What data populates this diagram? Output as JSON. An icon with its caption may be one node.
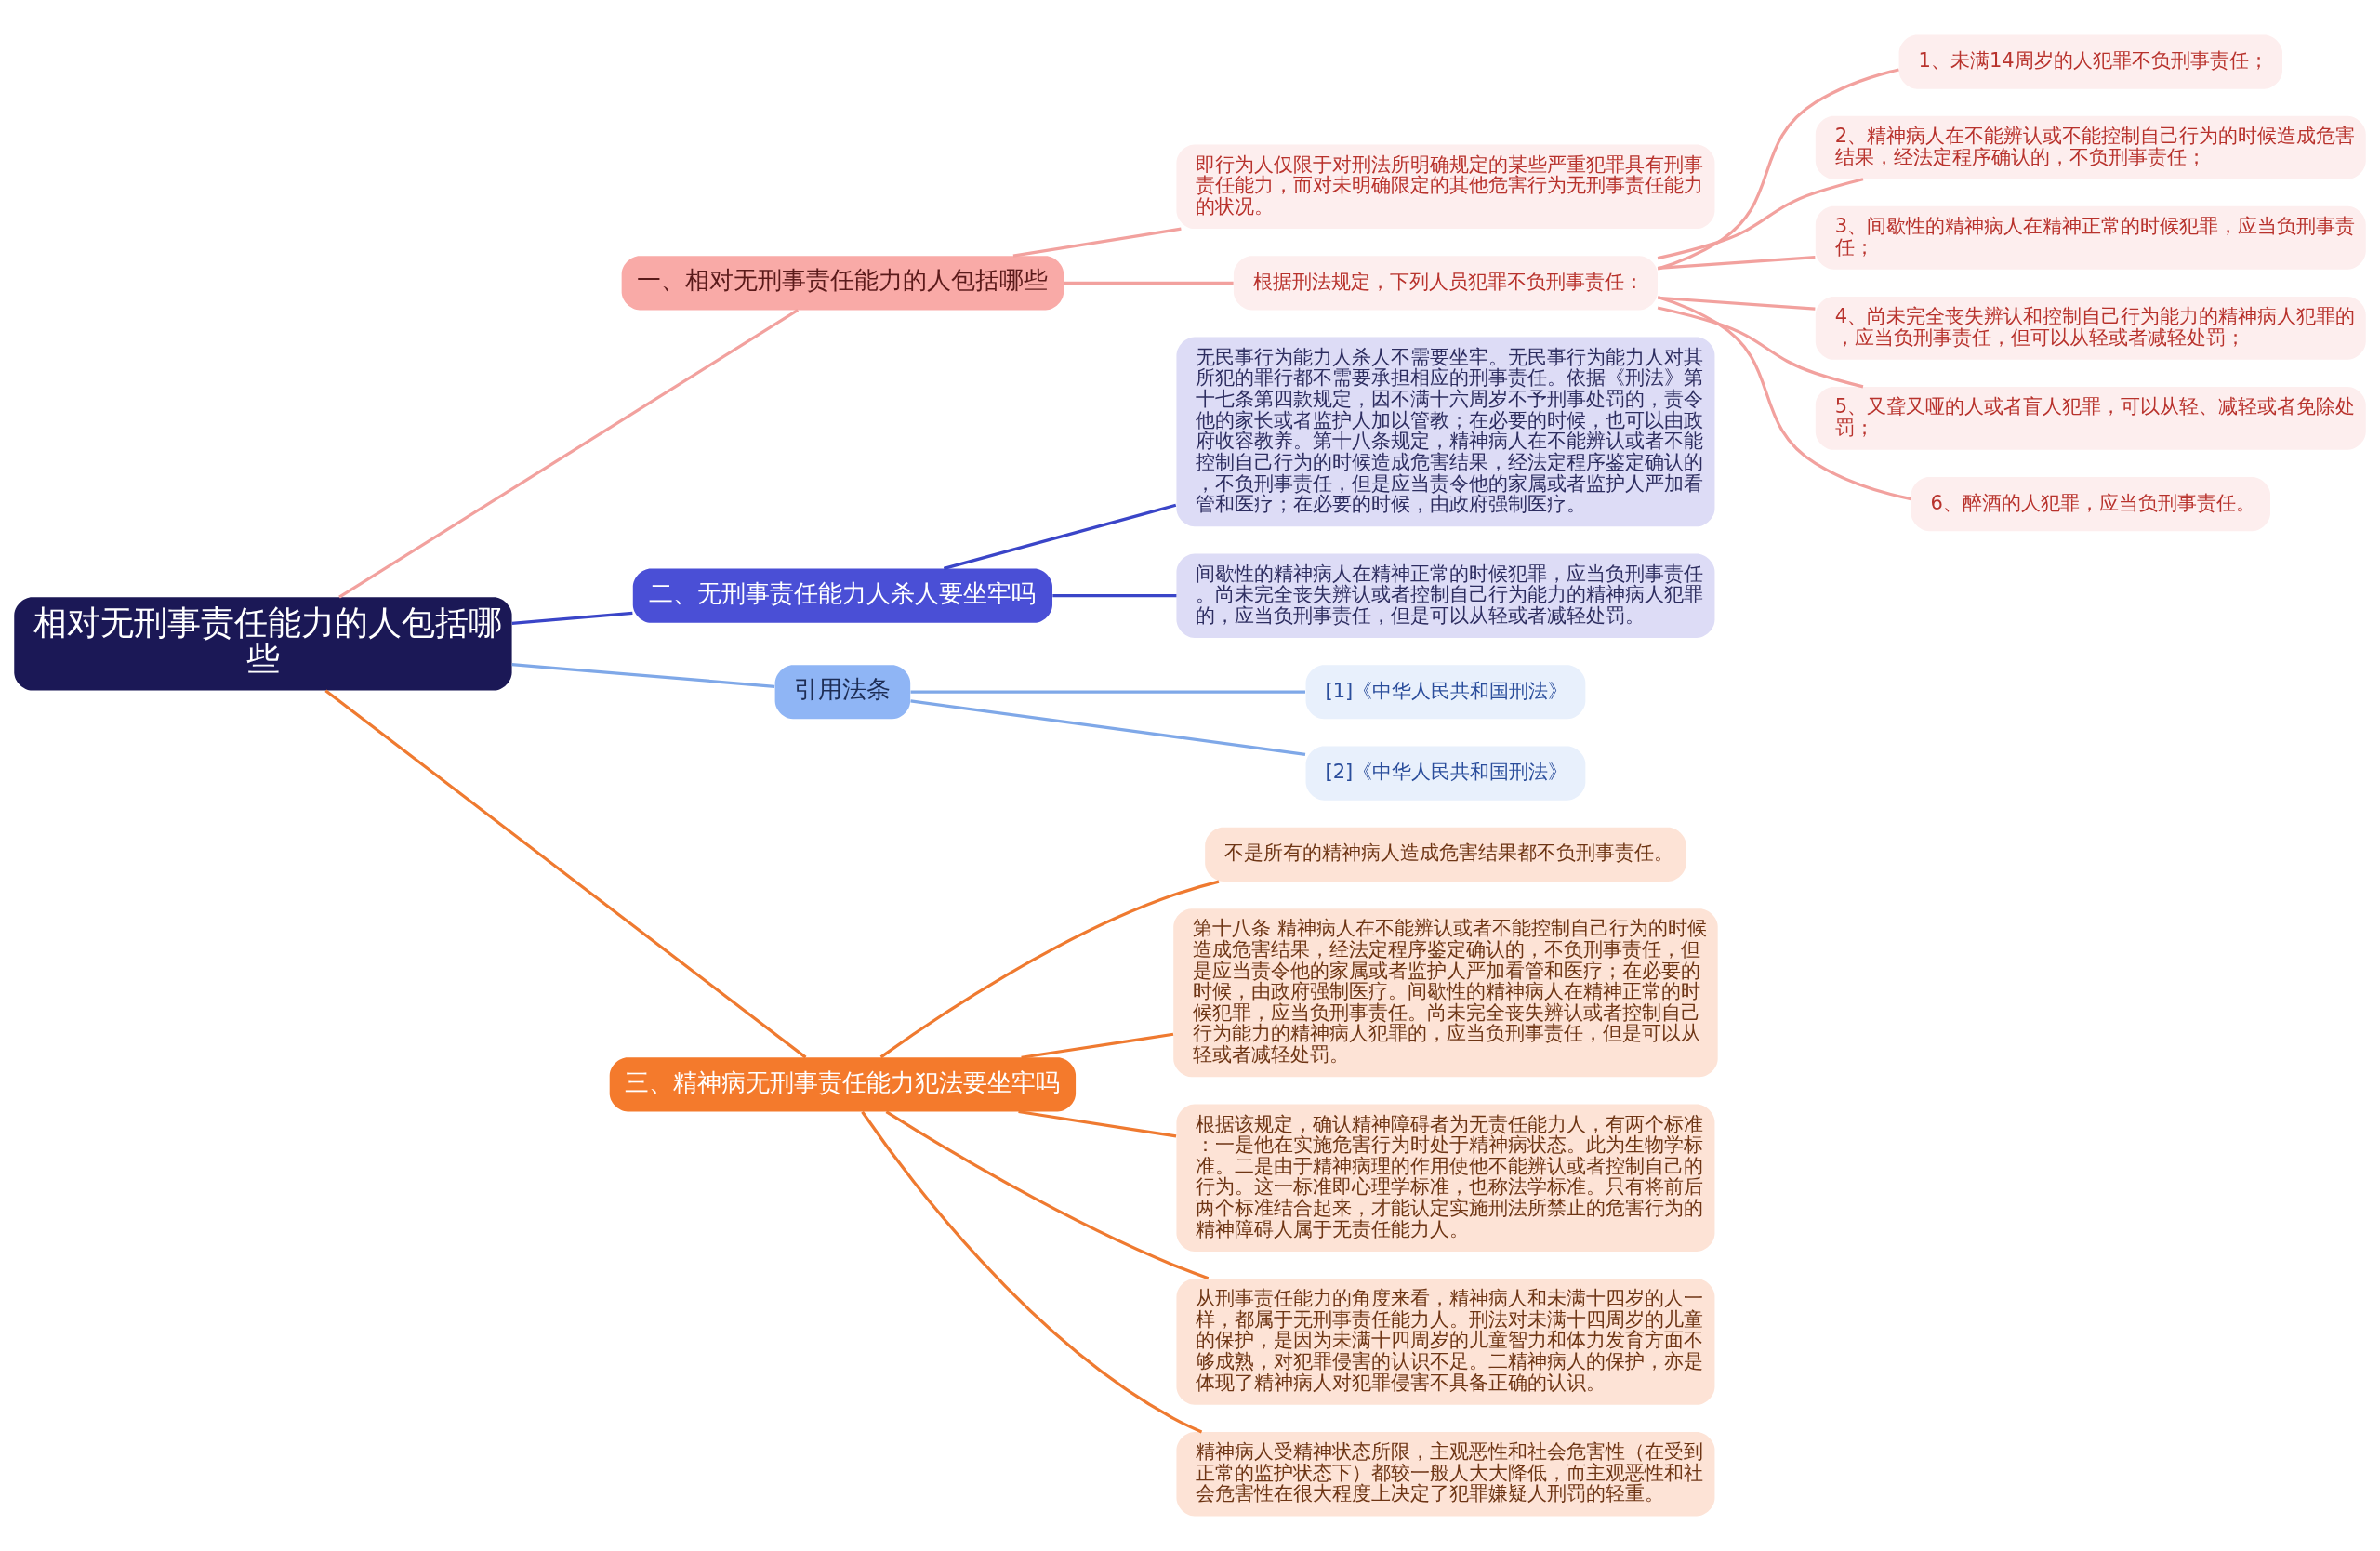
{
  "diagram": {
    "nodes": [
      {
        "text": [
          "相对无刑事责任能力的人包括哪些"
        ]
      },
      {
        "text": [
          "一、相对无刑事责任能力的人包括哪些"
        ]
      },
      {
        "text": [
          "即行为人仅限于对刑法所明确规定的某些严重犯罪具有刑事责任能力，而对未明确限定的其他危害行为无刑事责任能力的状况。"
        ]
      },
      {
        "text": [
          "根据刑法规定，下列人员犯罪不负刑事责任："
        ]
      },
      {
        "text": [
          "1、未满14周岁的人犯罪不负刑事责任；"
        ]
      },
      {
        "text": [
          "2、精神病人在不能辨认或不能控制自己行为的时候造成危害结果，经法定程序确认的，不负刑事责任；"
        ]
      },
      {
        "text": [
          "3、间歇性的精神病人在精神正常的时候犯罪，应当负刑事责任；"
        ]
      },
      {
        "text": [
          "4、尚未完全丧失辨认和控制自己行为能力的精神病人犯罪的，应当负刑事责任，但可以从轻或者减轻处罚；"
        ]
      },
      {
        "text": [
          "5、又聋又哑的人或者盲人犯罪，可以从轻、减轻或者免除处罚；"
        ]
      },
      {
        "text": [
          "6、醉酒的人犯罪，应当负刑事责任。"
        ]
      },
      {
        "text": [
          "二、无刑事责任能力人杀人要坐牢吗"
        ]
      },
      {
        "text": [
          "无民事行为能力人杀人不需要坐牢。无民事行为能力人对其所犯的罪行都不需要承担相应的刑事责任。依据《刑法》第十七条第四款规定，因不满十六周岁不予刑事处罚的，责令他的家长或者监护人加以管教；在必要的时候，也可以由政府收容教养。第十八条规定，精神病人在不能辨认或者不能控制自己行为的时候造成危害结果，经法定程序鉴定确认的，不负刑事责任，但是应当责令他的家属或者监护人严加看管和医疗；在必要的时候，由政府强制医疗。"
        ]
      },
      {
        "text": [
          "间歇性的精神病人在精神正常的时候犯罪，应当负刑事责任。尚未完全丧失辨认或者控制自己行为能力的精神病人犯罪的，应当负刑事责任，但是可以从轻或者减轻处罚。"
        ]
      },
      {
        "text": [
          "引用法条"
        ]
      },
      {
        "text": [
          "[1]《中华人民共和国刑法》"
        ]
      },
      {
        "text": [
          "[2]《中华人民共和国刑法》"
        ]
      },
      {
        "text": [
          "三、精神病无刑事责任能力犯法要坐牢吗"
        ]
      },
      {
        "text": [
          "不是所有的精神病人造成危害结果都不负刑事责任。"
        ]
      },
      {
        "text": [
          "第十八条 精神病人在不能辨认或者不能控制自己行为的时候造成危害结果，经法定程序鉴定确认的，不负刑事责任，但是应当责令他的家属或者监护人严加看管和医疗；在必要的时候，由政府强制医疗。间歇性的精神病人在精神正常的时候犯罪，应当负刑事责任。尚未完全丧失辨认或者控制自己行为能力的精神病人犯罪的，应当负刑事责任，但是可以从轻或者减轻处罚。"
        ]
      },
      {
        "text": [
          "根据该规定，确认精神障碍者为无责任能力人，有两个标准：一是他在实施危害行为时处于精神病状态。此为生物学标准。二是由于精神病理的作用使他不能辨认或者控制自己的行为。这一标准即心理学标准，也称法学标准。只有将前后两个标准结合起来，才能认定实施刑法所禁止的危害行为的精神障碍人属于无责任能力人。"
        ]
      },
      {
        "text": [
          "从刑事责任能力的角度来看，精神病人和未满十四岁的人一样，都属于无刑事责任能力人。刑法对未满十四周岁的儿童的保护，是因为未满十四周岁的儿童智力和体力发育方面不够成熟，对犯罪侵害的认识不足。二精神病人的保护，亦是体现了精神病人对犯罪侵害不具备正确的认识。"
        ]
      },
      {
        "text": [
          "精神病人受精神状态所限，主观恶性和社会危害性（在受到正常的监护状态下）都较一般人大大降低，而主观恶性和社会危害性在很大程度上决定了犯罪嫌疑人刑罚的轻重。"
        ]
      }
    ],
    "edges": [
      {
        "from": 0,
        "to": 1,
        "arrow": "none",
        "color": "#f2a19e"
      },
      {
        "from": 1,
        "to": 2,
        "arrow": "none",
        "color": "#f2a19e"
      },
      {
        "from": 1,
        "to": 3,
        "arrow": "none",
        "color": "#f2a19e"
      },
      {
        "from": 3,
        "to": 4,
        "arrow": "none",
        "color": "#f2a19e"
      },
      {
        "from": 3,
        "to": 5,
        "arrow": "none",
        "color": "#f2a19e"
      },
      {
        "from": 3,
        "to": 6,
        "arrow": "none",
        "color": "#f2a19e"
      },
      {
        "from": 3,
        "to": 7,
        "arrow": "none",
        "color": "#f2a19e"
      },
      {
        "from": 3,
        "to": 8,
        "arrow": "none",
        "color": "#f2a19e"
      },
      {
        "from": 3,
        "to": 9,
        "arrow": "none",
        "color": "#f2a19e"
      },
      {
        "from": 0,
        "to": 10,
        "arrow": "none",
        "color": "#3a45c8"
      },
      {
        "from": 10,
        "to": 11,
        "arrow": "none",
        "color": "#3a45c8"
      },
      {
        "from": 10,
        "to": 12,
        "arrow": "none",
        "color": "#3a45c8"
      },
      {
        "from": 0,
        "to": 13,
        "arrow": "none",
        "color": "#7fa8e8"
      },
      {
        "from": 13,
        "to": 14,
        "arrow": "none",
        "color": "#7fa8e8"
      },
      {
        "from": 13,
        "to": 15,
        "arrow": "none",
        "color": "#7fa8e8"
      },
      {
        "from": 0,
        "to": 16,
        "arrow": "none",
        "color": "#ef7a30"
      },
      {
        "from": 16,
        "to": 17,
        "arrow": "none",
        "color": "#ef7a30"
      },
      {
        "from": 16,
        "to": 18,
        "arrow": "none",
        "color": "#ef7a30"
      },
      {
        "from": 16,
        "to": 19,
        "arrow": "none",
        "color": "#ef7a30"
      },
      {
        "from": 16,
        "to": 20,
        "arrow": "none",
        "color": "#ef7a30"
      },
      {
        "from": 16,
        "to": 21,
        "arrow": "none",
        "color": "#ef7a30"
      }
    ]
  }
}
